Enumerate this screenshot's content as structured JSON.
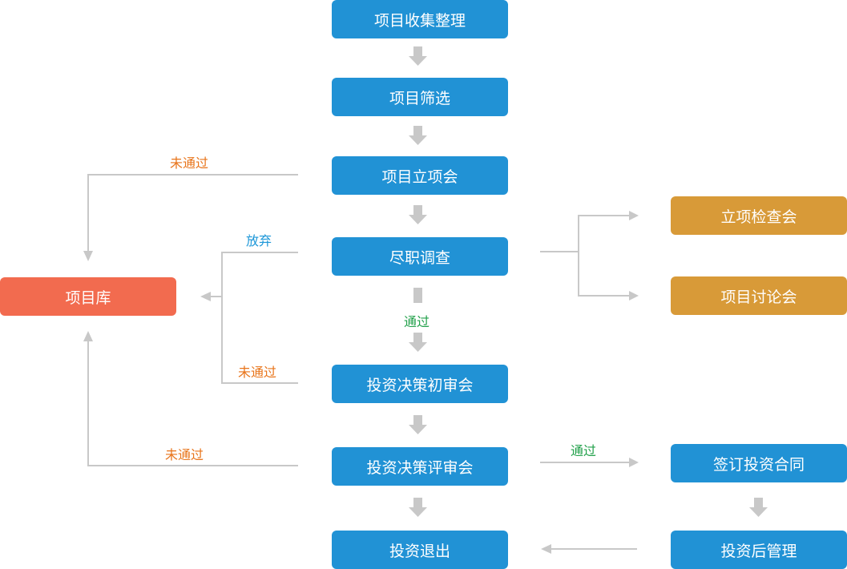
{
  "nodes": {
    "collect": "项目收集整理",
    "screen": "项目筛选",
    "initiation_meeting": "项目立项会",
    "due_diligence": "尽职调查",
    "preliminary_review": "投资决策初审会",
    "final_review": "投资决策评审会",
    "exit": "投资退出",
    "project_library": "项目库",
    "initiation_check": "立项检查会",
    "project_discussion": "项目讨论会",
    "sign_contract": "签订投资合同",
    "post_investment": "投资后管理"
  },
  "edge_labels": {
    "initiation_fail": "未通过",
    "abandon": "放弃",
    "preliminary_fail": "未通过",
    "final_fail": "未通过",
    "dd_pass": "通过",
    "final_pass": "通过"
  },
  "colors": {
    "main": "#2192d5",
    "side": "#d89a38",
    "library": "#f26b4f",
    "fail_label": "#e8741a",
    "pass_label": "#21a04a",
    "abandon_label": "#1d97d8",
    "connector": "#c8c8c8"
  }
}
